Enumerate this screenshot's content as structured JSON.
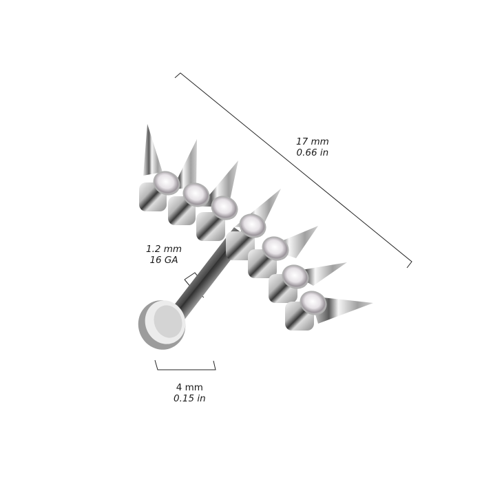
{
  "product": {
    "description": "Flat back labret stud with crawler top of spikes and clear gems",
    "spike_count": 7,
    "gem_count": 7,
    "metal_color": "#c9c9c9",
    "gem_color": "#f2f0f2",
    "background": "#ffffff"
  },
  "dimensions": {
    "length": {
      "metric": "17 mm",
      "imperial": "0.66 in"
    },
    "gauge": {
      "metric": "1.2 mm",
      "gauge": "16 GA"
    },
    "disc": {
      "metric": "4 mm",
      "imperial": "0.15 in"
    }
  }
}
